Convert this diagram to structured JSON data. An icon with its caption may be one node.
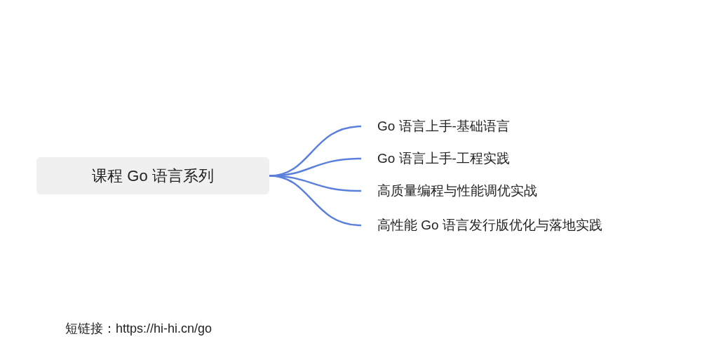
{
  "diagram": {
    "nodes": [
      {
        "text": [
          "课程 Go 语言系列"
        ]
      },
      {
        "text": [
          "Go 语言上手-基础语言"
        ]
      },
      {
        "text": [
          "Go 语言上手-工程实践"
        ]
      },
      {
        "text": [
          "高质量编程与性能调优实战"
        ]
      },
      {
        "text": [
          "高性能 Go 语言发行版优化与落地实践"
        ]
      }
    ],
    "edges": [
      {
        "from": 0,
        "to": 1,
        "arrow": "none"
      },
      {
        "from": 0,
        "to": 2,
        "arrow": "none"
      },
      {
        "from": 0,
        "to": 3,
        "arrow": "none"
      },
      {
        "from": 0,
        "to": 4,
        "arrow": "none"
      }
    ],
    "labels": [
      "短链接：https://hi-hi.cn/go"
    ]
  }
}
